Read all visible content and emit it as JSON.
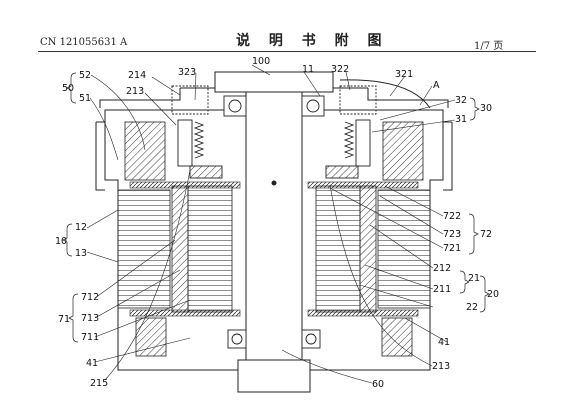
{
  "header": {
    "publication_number": "CN 121055631 A",
    "title": "说 明 书 附 图",
    "page": "1/7 页"
  },
  "diagram": {
    "labels": {
      "l100": "100",
      "l323": "323",
      "l214": "214",
      "l213a": "213",
      "l11": "11",
      "l322": "322",
      "l321": "321",
      "lA": "A",
      "l52": "52",
      "l50": "50",
      "l51": "51",
      "l32": "32",
      "l30": "30",
      "l31": "31",
      "l12": "12",
      "l10": "10",
      "l13": "13",
      "l722": "722",
      "l723": "723",
      "l72": "72",
      "l721": "721",
      "l212": "212",
      "l21": "21",
      "l211": "211",
      "l20": "20",
      "l22": "22",
      "l712": "712",
      "l71": "71",
      "l713": "713",
      "l711": "711",
      "l41a": "41",
      "l41b": "41",
      "l215": "215",
      "l60": "60",
      "l213b": "213"
    }
  }
}
